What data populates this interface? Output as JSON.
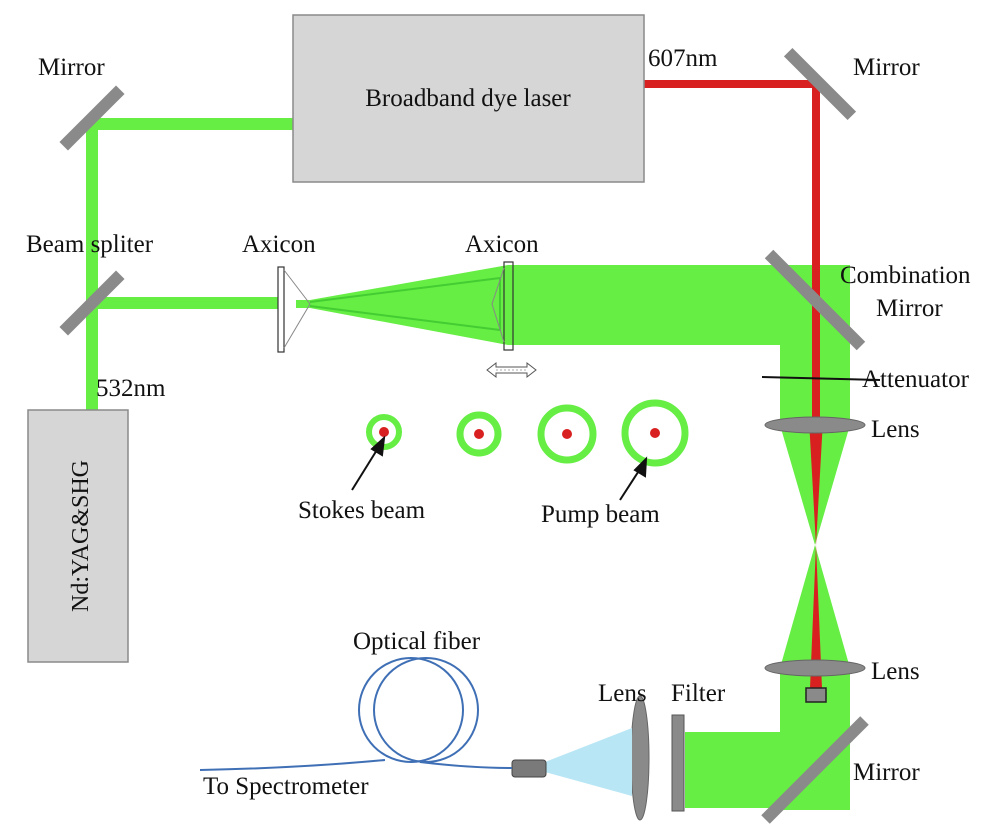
{
  "labels": {
    "mirror_top_left": "Mirror",
    "dye_laser": "Broadband dye laser",
    "wavelength_red": "607nm",
    "mirror_top_right": "Mirror",
    "beam_splitter": "Beam spliter",
    "axicon_1": "Axicon",
    "axicon_2": "Axicon",
    "combination_mirror_line1": "Combination",
    "combination_mirror_line2": "Mirror",
    "wavelength_green": "532nm",
    "attenuator": "Attenuator",
    "lens_upper": "Lens",
    "stokes_beam": "Stokes beam",
    "pump_beam": "Pump beam",
    "source_laser": "Nd:YAG&SHG",
    "optical_fiber": "Optical fiber",
    "lens_lower": "Lens",
    "lens_collect": "Lens",
    "filter": "Filter",
    "mirror_bottom": "Mirror",
    "to_spectrometer": "To Spectrometer"
  },
  "colors": {
    "green_beam": "#66ee44",
    "red_beam": "#d92020",
    "optic_gray": "#8a8a8a",
    "box_fill": "#d6d6d6",
    "fiber_blue": "#3f6fb5",
    "cone_light_blue": "#b8e6f5"
  }
}
